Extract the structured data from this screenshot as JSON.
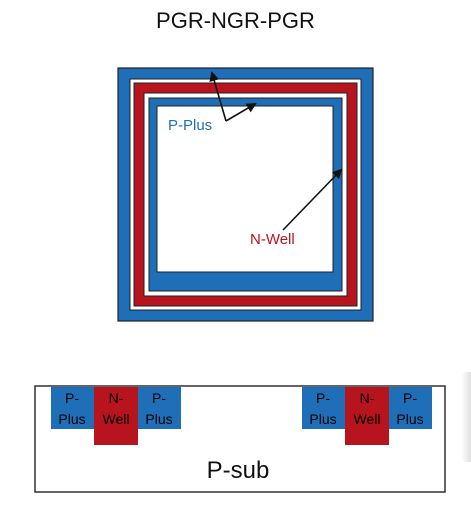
{
  "title": "PGR-NGR-PGR",
  "labels": {
    "p_plus": "P-Plus",
    "n_well": "N-Well",
    "p_sub": "P-sub",
    "cross_p_top": "P-",
    "cross_p_bottom": "Plus",
    "cross_n_top": "N-",
    "cross_n_bottom": "Well"
  },
  "colors": {
    "p_plus": "#1f6fb8",
    "n_well": "#b7141e",
    "outline": "#222222",
    "background": "#ffffff"
  }
}
